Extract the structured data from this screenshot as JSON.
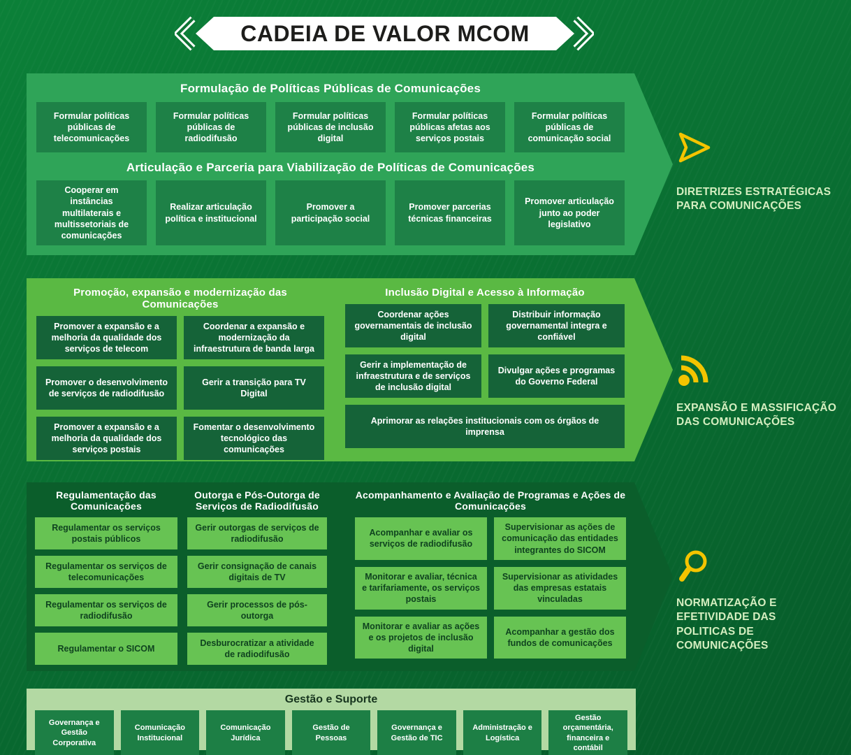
{
  "title": "CADEIA DE VALOR MCOM",
  "colors": {
    "page_background": "#0a7434",
    "section1_bg": "#2fa458",
    "section1_box": "#1e8147",
    "section2_bg": "#5ab943",
    "section2_box": "#156338",
    "section3_bg": "#0b5e2b",
    "section3_box": "#67c353",
    "section3_box_text": "#0f431f",
    "support_bg": "#b3d9a3",
    "support_box": "#1d7f45",
    "accent_yellow": "#f4c400",
    "side_label_text": "#d5eec0",
    "banner_fill": "#ffffff",
    "banner_text": "#1d1d1b"
  },
  "sections": [
    {
      "groups": [
        {
          "header": "Formulação de Políticas Públicas de Comunicações",
          "boxes": [
            "Formular políticas públicas de telecomunicações",
            "Formular políticas públicas de radiodifusão",
            "Formular políticas públicas de inclusão digital",
            "Formular políticas públicas afetas aos serviços postais",
            "Formular políticas públicas de comunicação social"
          ]
        },
        {
          "header": "Articulação e Parceria para Viabilização de Políticas de Comunicações",
          "boxes": [
            "Cooperar em instâncias multilaterais e multissetoriais de comunicações",
            "Realizar articulação política e institucional",
            "Promover a participação social",
            "Promover parcerias técnicas financeiras",
            "Promover articulação junto ao poder legislativo"
          ]
        }
      ],
      "side_label": {
        "icon": "arrow-right-icon",
        "text": "DIRETRIZES ESTRATÉGICAS PARA COMUNICAÇÕES"
      }
    },
    {
      "groups": [
        {
          "header": "Promoção, expansão e modernização das Comunicações",
          "boxes": [
            "Promover a expansão e a melhoria da qualidade dos serviços de telecom",
            "Coordenar a expansão e modernização da infraestrutura de banda larga",
            "Promover o desenvolvimento de serviços de radiodifusão",
            "Gerir a transição para TV Digital",
            "Promover a expansão e a melhoria da qualidade dos serviços postais",
            "Fomentar o desenvolvimento tecnológico das comunicações"
          ]
        },
        {
          "header": "Inclusão Digital e Acesso à Informação",
          "boxes": [
            "Coordenar ações governamentais de inclusão digital",
            "Distribuir informação governamental integra e confiável",
            "Gerir a implementação de infraestrutura e de serviços de inclusão digital",
            "Divulgar ações e programas do Governo Federal",
            "Aprimorar as relações institucionais com os órgãos de imprensa"
          ]
        }
      ],
      "side_label": {
        "icon": "wifi-signal-icon",
        "text": "EXPANSÃO E MASSIFICAÇÃO DAS COMUNICAÇÕES"
      }
    },
    {
      "groups": [
        {
          "header": "Regulamentação das Comunicações",
          "boxes": [
            "Regulamentar os serviços postais públicos",
            "Regulamentar os serviços de telecomunicações",
            "Regulamentar os serviços de radiodifusão",
            "Regulamentar o SICOM"
          ]
        },
        {
          "header": "Outorga e Pós-Outorga de Serviços de Radiodifusão",
          "boxes": [
            "Gerir outorgas de serviços de radiodifusão",
            "Gerir consignação de canais digitais de TV",
            "Gerir processos de pós-outorga",
            "Desburocratizar a atividade de radiodifusão"
          ]
        },
        {
          "header": "Acompanhamento e Avaliação de Programas e Ações de Comunicações",
          "boxes": [
            "Acompanhar e avaliar os serviços de radiodifusão",
            "Supervisionar as ações de comunicação das entidades integrantes do SICOM",
            "Monitorar e avaliar, técnica e tarifariamente, os serviços postais",
            "Supervisionar as atividades das empresas estatais vinculadas",
            "Monitorar e avaliar as ações e os projetos de inclusão digital",
            "Acompanhar a gestão dos fundos de comunicações"
          ]
        }
      ],
      "side_label": {
        "icon": "magnifier-icon",
        "text": "NORMATIZAÇÃO E EFETIVIDADE DAS POLITICAS DE COMUNICAÇÕES"
      }
    }
  ],
  "support": {
    "header": "Gestão e Suporte",
    "boxes": [
      "Governança e Gestão Corporativa",
      "Comunicação Institucional",
      "Comunicação Jurídica",
      "Gestão de Pessoas",
      "Governança e Gestão de TIC",
      "Administração e Logística",
      "Gestão orçamentária, financeira e contábil"
    ]
  }
}
